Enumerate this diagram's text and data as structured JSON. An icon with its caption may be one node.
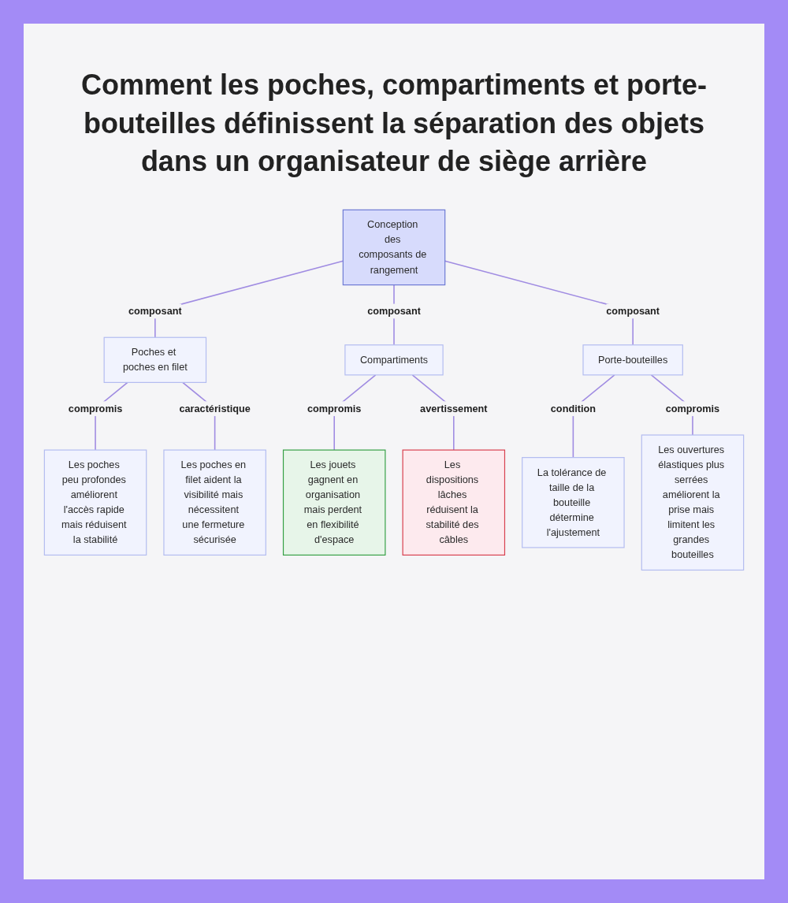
{
  "diagram": {
    "title": "Comment les poches, compartiments et porte-bouteilles définissent la séparation des objets dans un organisateur de siège arrière",
    "nodes": [
      {
        "text": [
          "Conception des composants de rangement"
        ]
      },
      {
        "text": [
          "Poches et poches en filet"
        ]
      },
      {
        "text": [
          "Compartiments"
        ]
      },
      {
        "text": [
          "Porte-bouteilles"
        ]
      },
      {
        "text": [
          "Les poches peu profondes améliorent l'accès rapide mais réduisent la stabilité"
        ]
      },
      {
        "text": [
          "Les poches en filet aident la visibilité mais nécessitent une fermeture sécurisée"
        ]
      },
      {
        "text": [
          "Les jouets gagnent en organisation mais perdent en flexibilité d'espace"
        ]
      },
      {
        "text": [
          "Les dispositions lâches réduisent la stabilité des câbles"
        ]
      },
      {
        "text": [
          "La tolérance de taille de la bouteille détermine l'ajustement"
        ]
      },
      {
        "text": [
          "Les ouvertures élastiques plus serrées améliorent la prise mais limitent les grandes bouteilles"
        ]
      }
    ],
    "edges": [
      {
        "from": 0,
        "to": 1,
        "arrow": "none",
        "label": "composant"
      },
      {
        "from": 0,
        "to": 2,
        "arrow": "none",
        "label": "composant"
      },
      {
        "from": 0,
        "to": 3,
        "arrow": "none",
        "label": "composant"
      },
      {
        "from": 1,
        "to": 4,
        "arrow": "none",
        "label": "compromis"
      },
      {
        "from": 1,
        "to": 5,
        "arrow": "none",
        "label": "caractéristique"
      },
      {
        "from": 2,
        "to": 6,
        "arrow": "none",
        "label": "compromis"
      },
      {
        "from": 2,
        "to": 7,
        "arrow": "none",
        "label": "avertissement"
      },
      {
        "from": 3,
        "to": 8,
        "arrow": "none",
        "label": "condition"
      },
      {
        "from": 3,
        "to": 9,
        "arrow": "none",
        "label": "compromis"
      }
    ]
  }
}
